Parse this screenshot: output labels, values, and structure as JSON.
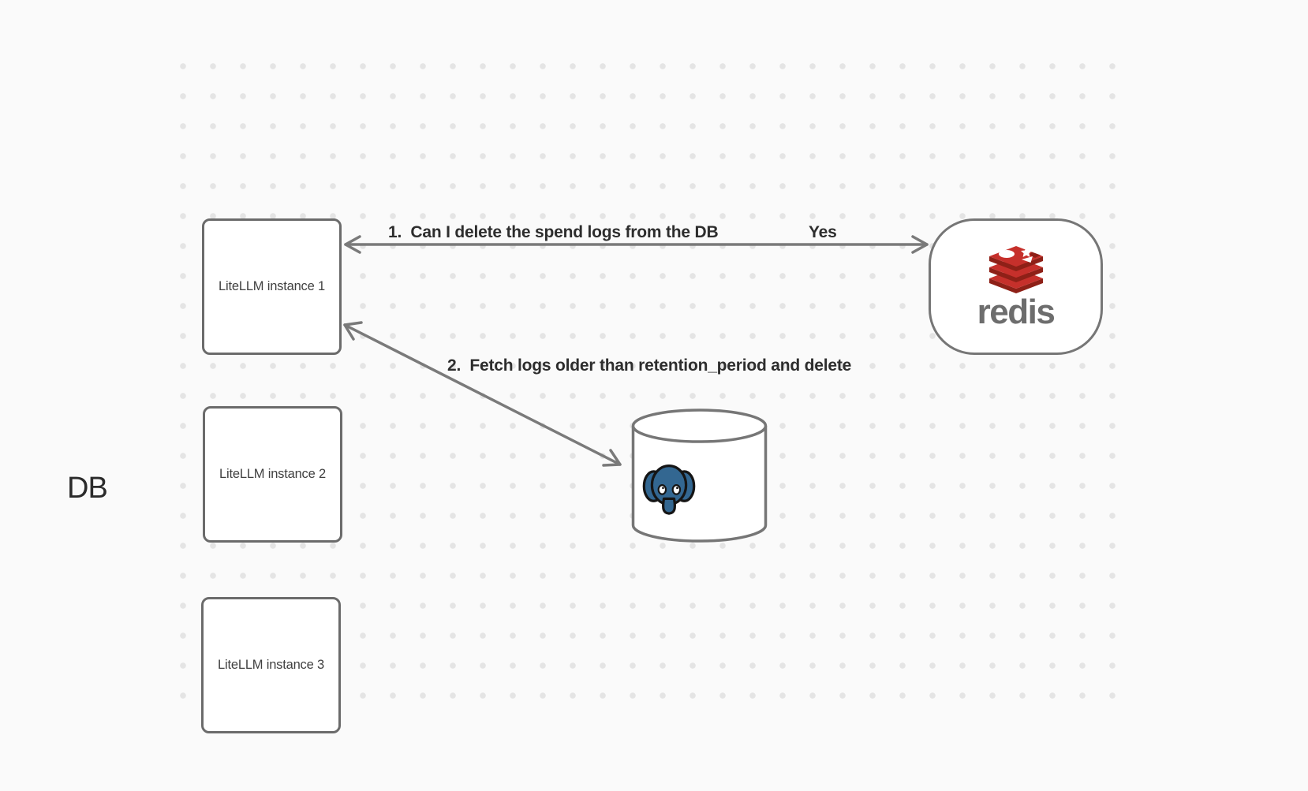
{
  "canvas": {
    "background_color": "#fafafa",
    "grid_dot_color": "#e4e4e4",
    "stroke_color": "#7a7a7a",
    "label_color": "#2d2d2d"
  },
  "nodes": {
    "instance1": {
      "label": "LiteLLM instance 1"
    },
    "instance2": {
      "label": "LiteLLM instance 2"
    },
    "instance3": {
      "label": "LiteLLM instance 3"
    },
    "redis": {
      "wordmark": "redis",
      "icon": "redis-logo-icon",
      "brand_red": "#c6302b",
      "brand_dark_red": "#8e2017",
      "wordmark_color": "#6d6d6d"
    },
    "database": {
      "label": "DB",
      "icon": "postgresql-elephant-icon",
      "postgres_blue": "#336791"
    }
  },
  "edges": {
    "edge1": {
      "label": "1.  Can I delete the spend logs from the DB",
      "reply": "Yes",
      "from": "LiteLLM instance 1",
      "to": "redis",
      "style": "double-headed-arrow"
    },
    "edge2": {
      "label": "2.  Fetch logs older than retention_period and delete",
      "from": "LiteLLM instance 1",
      "to": "DB",
      "style": "double-headed-arrow"
    }
  }
}
